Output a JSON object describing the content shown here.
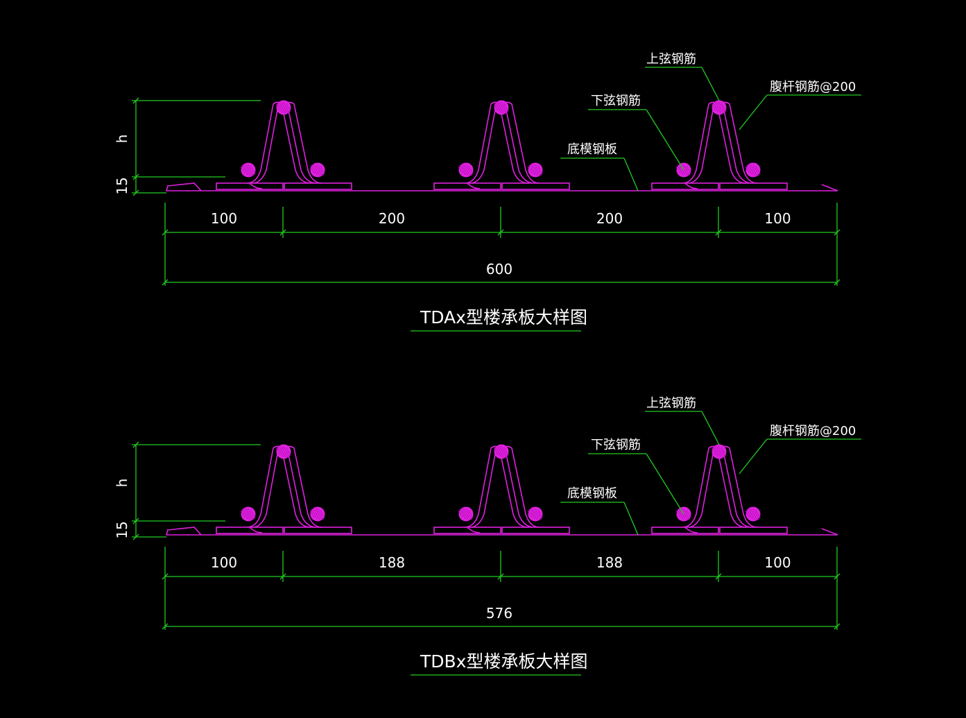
{
  "details": [
    {
      "title": "TDAx型楼承板大样图",
      "height_label": "h",
      "base_label": "15",
      "labels": {
        "top_chord": "上弦钢筋",
        "web_bar": "腹杆钢筋@200",
        "bottom_chord": "下弦钢筋",
        "deck_plate": "底模钢板"
      },
      "spacings": [
        "100",
        "200",
        "200",
        "100"
      ],
      "total": "600"
    },
    {
      "title": "TDBx型楼承板大样图",
      "height_label": "h",
      "base_label": "15",
      "labels": {
        "top_chord": "上弦钢筋",
        "web_bar": "腹杆钢筋@200",
        "bottom_chord": "下弦钢筋",
        "deck_plate": "底模钢板"
      },
      "spacings": [
        "100",
        "188",
        "188",
        "100"
      ],
      "total": "576"
    }
  ],
  "colors": {
    "background": "#000000",
    "dimension_lines": "#22cc22",
    "steel": "#e020e0",
    "text": "#ffffff"
  }
}
